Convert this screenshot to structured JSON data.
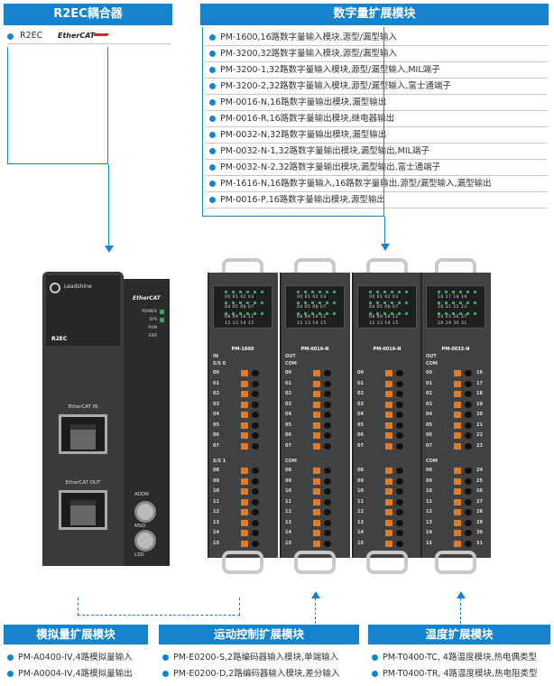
{
  "coupler_panel": {
    "header": "R2EC耦合器",
    "items": [
      {
        "label": "R2EC",
        "logo": "EtherCAT"
      }
    ]
  },
  "digital_panel": {
    "header": "数字量扩展模块",
    "items": [
      "PM-1600,16路数字量输入模块,源型/漏型输入",
      "PM-3200,32路数字量输入模块,源型/漏型输入",
      "PM-3200-1,32路数字量输入模块,源型/漏型输入,MIL端子",
      "PM-3200-2,32路数字量输入模块,源型/漏型输入,富士通端子",
      "PM-0016-N,16路数字量输出模块,漏型输出",
      "PM-0016-R,16路数字量输出模块,继电器输出",
      "PM-0032-N,32路数字量输出模块,漏型输出",
      "PM-0032-N-1,32路数字量输出模块,漏型输出,MIL端子",
      "PM-0032-N-2,32路数字量输出模块,漏型输出,富士通端子",
      "PM-1616-N,16路数字量输入,16路数字量输出,源型/漏型输入,漏型输出",
      "PM-0016-P,16路数字量输出模块,源型输出"
    ]
  },
  "analog_panel": {
    "header": "模拟量扩展模块",
    "items": [
      "PM-A0400-IV,4路模拟量输入",
      "PM-A0004-IV,4路模拟量输出"
    ]
  },
  "motion_panel": {
    "header": "运动控制扩展模块",
    "items": [
      "PM-E0200-S,2路编码器输入模块,单端输入",
      "PM-E0200-D,2路编码器输入模块,差分输入"
    ]
  },
  "temp_panel": {
    "header": "温度扩展模块",
    "items": [
      "PM-T0400-TC, 4路温度模块,热电偶类型",
      "PM-T0400-TR, 4路温度模块,热电阻类型"
    ]
  },
  "coupler_device": {
    "brand": "Leadshine",
    "model": "R2EC",
    "ethercat_label": "EtherCAT",
    "leds": [
      "POWER",
      "SYS",
      "RUN",
      "ERR"
    ],
    "port_in": "EtherCAT IN",
    "port_out": "EtherCAT OUT",
    "dials": [
      "ADDR",
      "MSD",
      "LSD"
    ]
  },
  "modules": [
    {
      "name": "PM-1600",
      "col_header": "IN",
      "group1": "S/S 0",
      "group2": "S/S 1"
    },
    {
      "name": "PM-0016-N",
      "col_header": "OUT",
      "group1": "COM",
      "group2": "COM"
    },
    {
      "name": "PM-0016-N",
      "col_header": "",
      "group1": "",
      "group2": ""
    },
    {
      "name": "PM-0032-N",
      "col_header": "OUT",
      "group1": "COM",
      "group2": "COM"
    }
  ],
  "terminal_numbers": [
    "00",
    "01",
    "02",
    "03",
    "04",
    "05",
    "06",
    "07",
    "08",
    "09",
    "10",
    "11",
    "12",
    "13",
    "14",
    "15"
  ],
  "terminal_numbers_b": [
    "16",
    "17",
    "18",
    "19",
    "20",
    "21",
    "22",
    "23",
    "24",
    "25",
    "26",
    "27",
    "28",
    "29",
    "30",
    "31"
  ],
  "led_window": {
    "row1": "00 01 02 03",
    "row2": "04 05 06 07",
    "row3": "08 09 10 11",
    "row4": "12 13 14 15",
    "row1b": "16 17 18 19",
    "row2b": "20 21 22 23",
    "row3b": "24 25 26 27",
    "row4b": "28 29 30 31"
  },
  "colors": {
    "accent": "#1683cf",
    "terminal": "#e07b28",
    "led": "#2ab24a"
  }
}
